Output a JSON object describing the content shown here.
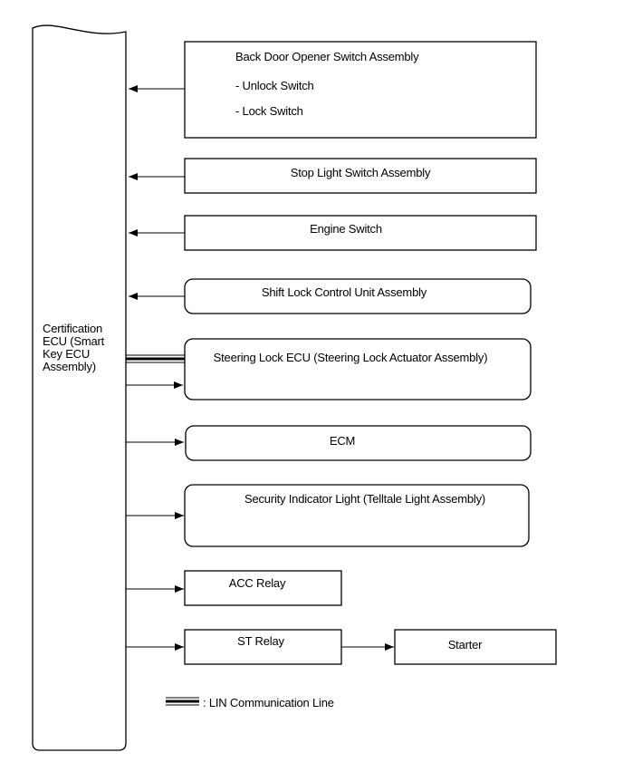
{
  "ecu": {
    "label_lines": [
      "Certification",
      "ECU (Smart",
      "Key ECU",
      "Assembly)"
    ]
  },
  "boxes": {
    "back_door": {
      "title": "Back Door Opener Switch Assembly",
      "items": [
        "- Unlock Switch",
        "- Lock Switch"
      ]
    },
    "stop_light": {
      "title": "Stop Light Switch Assembly"
    },
    "engine_switch": {
      "title": "Engine Switch"
    },
    "shift_lock": {
      "title": "Shift Lock Control Unit Assembly"
    },
    "steering_lock": {
      "title": "Steering Lock ECU (Steering Lock Actuator Assembly)"
    },
    "ecm": {
      "title": "ECM"
    },
    "security": {
      "title": "Security Indicator Light (Telltale Light Assembly)"
    },
    "acc_relay": {
      "title": "ACC Relay"
    },
    "st_relay": {
      "title": "ST Relay"
    },
    "starter": {
      "title": "Starter"
    }
  },
  "legend": {
    "lin_label": ": LIN Communication Line"
  },
  "colors": {
    "line": "#000000",
    "background": "#ffffff"
  }
}
